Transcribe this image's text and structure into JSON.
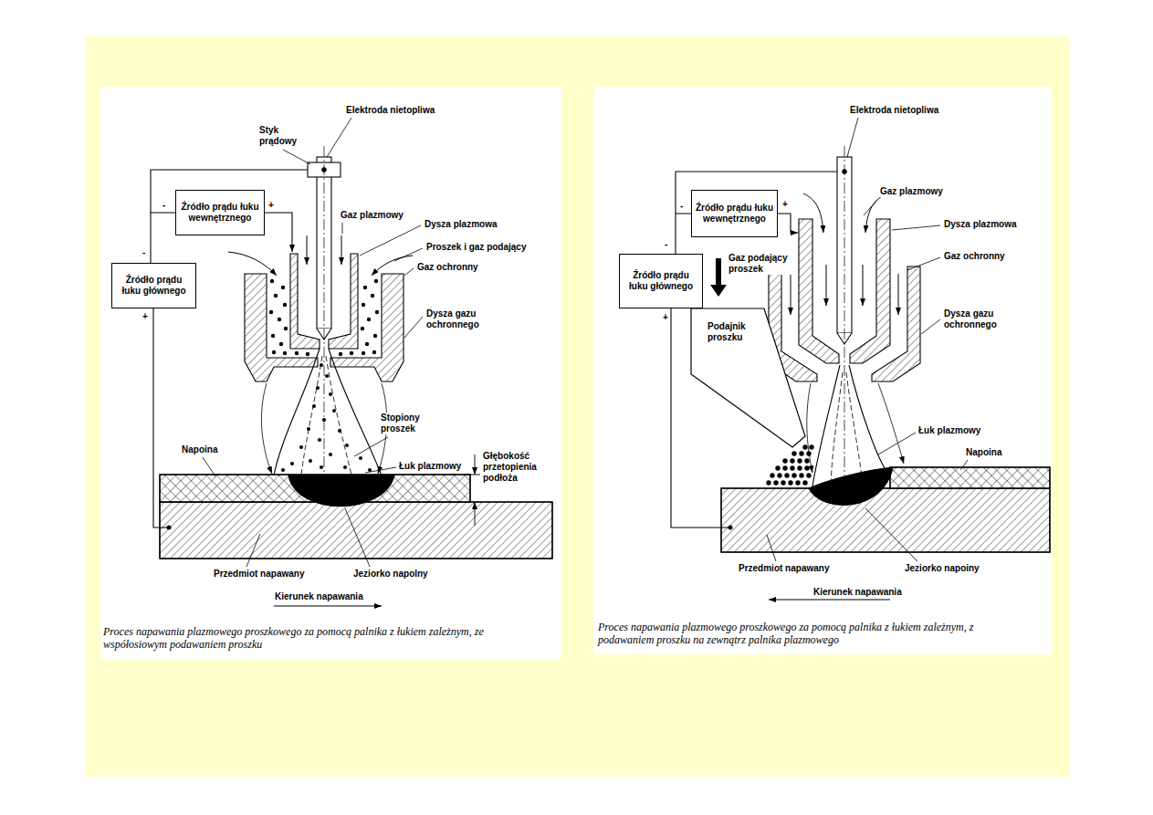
{
  "diagram": {
    "nodes": [
      {
        "text": [
          "Proces napawania plazmowego proszkowego za pomocą palnika z łukiem zależnym, ze współosiowym podawaniem proszku"
        ]
      },
      {
        "text": [
          "Źródło prądu łuku wewnętrznego"
        ],
        "in": 0
      },
      {
        "text": [
          "Źródło prądu łuku głównego"
        ],
        "in": 0
      },
      {
        "text": [
          "Proces napawania plazmowego proszkowego za pomocą palnika z łukiem zależnym, z podawaniem proszku na zewnątrz palnika plazmowego"
        ]
      },
      {
        "text": [
          "Źródło prądu łuku wewnętrznego"
        ],
        "in": 3
      },
      {
        "text": [
          "Źródło prądu łuku głównego"
        ],
        "in": 3
      },
      {
        "text": [
          "Podajnik proszku"
        ],
        "in": 3
      }
    ],
    "edges": [
      {
        "from": 1,
        "to": 2,
        "arrow": "none"
      },
      {
        "from": 4,
        "to": 5,
        "arrow": "none"
      }
    ],
    "labels": [
      "Elektroda nietopliwa",
      "Styk prądowy",
      "-",
      "+",
      "-",
      "+",
      "Gaz plazmowy",
      "Dysza plazmowa",
      "Proszek i gaz podający",
      "Gaz ochronny",
      "Dysza gazu ochronnego",
      "Stopiony proszek",
      "Napoina",
      "Łuk plazmowy",
      "Głębokość przetopienia podłoża",
      "Przedmiot napawany",
      "Jeziorko napolny",
      "Kierunek napawania",
      "Elektroda nietopliwa",
      "-",
      "+",
      "-",
      "+",
      "Gaz plazmowy",
      "Dysza plazmowa",
      "Gaz ochronny",
      "Dysza gazu ochronnego",
      "Gaz podający proszek",
      "Łuk plazmowy",
      "Napoina",
      "Przedmiot napawany",
      "Jeziorko napoiny",
      "Kierunek napawania"
    ]
  }
}
